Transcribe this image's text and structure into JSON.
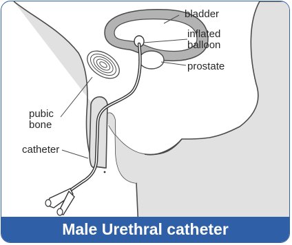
{
  "labels": {
    "bladder": "bladder",
    "inflated_balloon_line1": "inflated",
    "inflated_balloon_line2": "balloon",
    "prostate": "prostate",
    "pubic_bone_line1": "pubic",
    "pubic_bone_line2": "bone",
    "catheter": "catheter"
  },
  "caption": "Male Urethral catheter",
  "colors": {
    "frame_border": "#2f5fa6",
    "caption_bg": "#2f5fa6",
    "caption_text": "#ffffff",
    "body_fill": "#e1e1e1",
    "outline": "#4a4a4a",
    "text": "#262626"
  }
}
